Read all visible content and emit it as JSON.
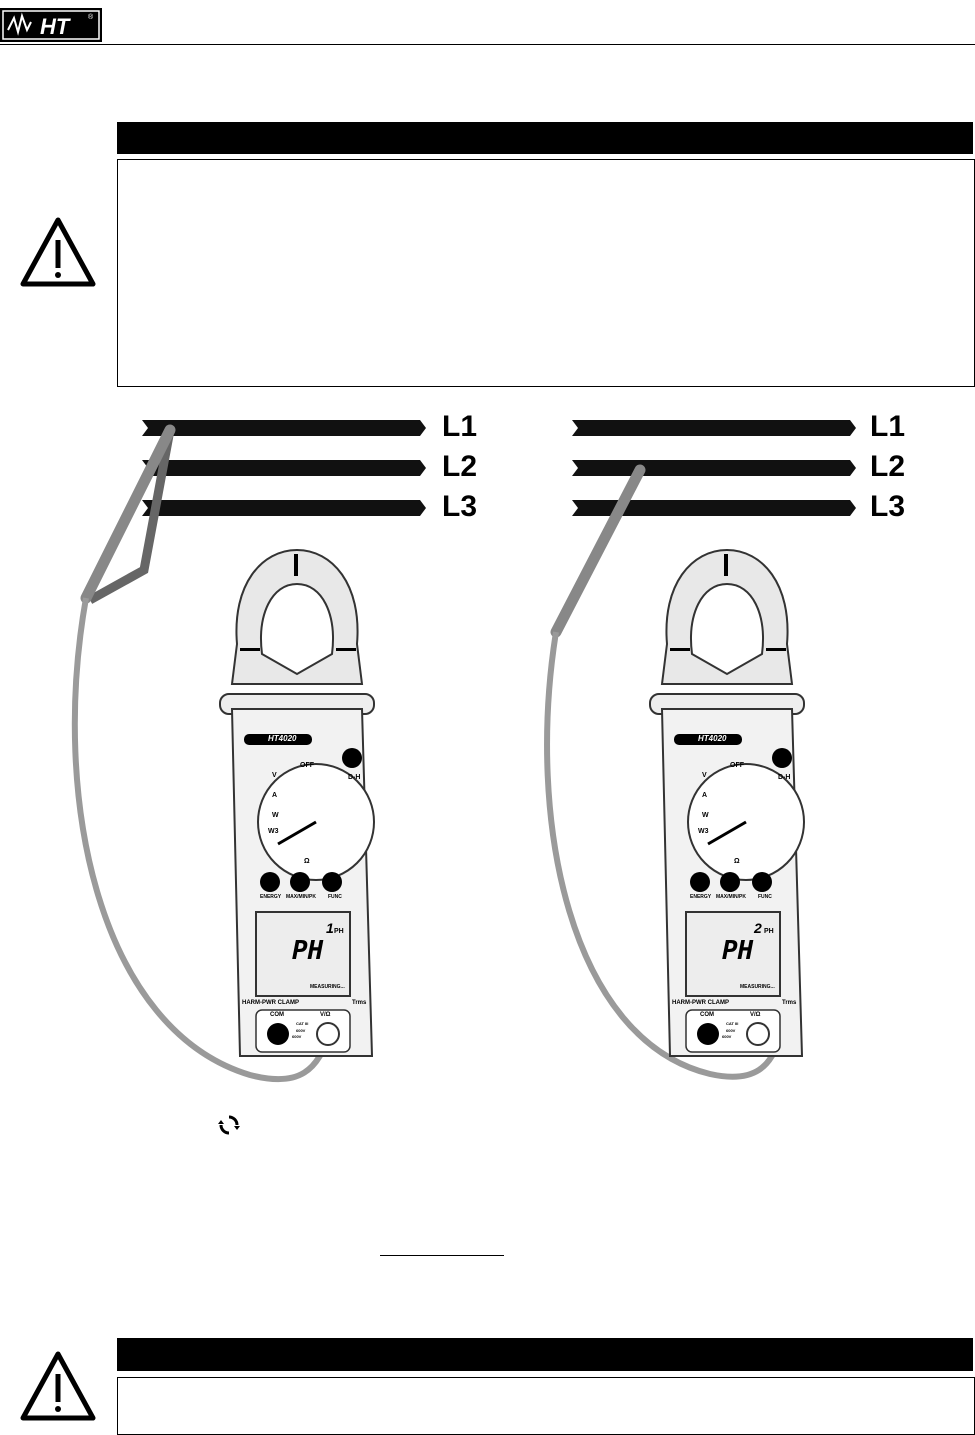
{
  "header": {
    "logo_text": "HT",
    "logo_reg": "®"
  },
  "lines": [
    {
      "label": "L1"
    },
    {
      "label": "L2"
    },
    {
      "label": "L3"
    }
  ],
  "meters": [
    {
      "model": "HT4020",
      "dial": {
        "off": "OFF",
        "v": "V",
        "a": "A",
        "w": "W",
        "w3": "W3",
        "ohm": "Ω"
      },
      "buttons": {
        "energy": "ENERGY",
        "maxmin": "MAX/MIN/PK",
        "func": "FUNC",
        "dh": "D-H"
      },
      "lcd": {
        "main": "PH",
        "digit": "1",
        "unit": "PH",
        "status": "MEASURING..."
      },
      "brand": "HARM-PWR CLAMP",
      "trms": "Trms",
      "com": "COM",
      "vohm": "V/Ω",
      "cat": "CAT III",
      "rating1": "600V",
      "rating2": "600V"
    },
    {
      "model": "HT4020",
      "dial": {
        "off": "OFF",
        "v": "V",
        "a": "A",
        "w": "W",
        "w3": "W3",
        "ohm": "Ω"
      },
      "buttons": {
        "energy": "ENERGY",
        "maxmin": "MAX/MIN/PK",
        "func": "FUNC",
        "dh": "D-H"
      },
      "lcd": {
        "main": "PH",
        "digit": "2",
        "unit": "PH",
        "status": "MEASURING..."
      },
      "brand": "HARM-PWR CLAMP",
      "trms": "Trms",
      "com": "COM",
      "vohm": "V/Ω",
      "cat": "CAT III",
      "rating1": "600V",
      "rating2": "600V"
    }
  ]
}
